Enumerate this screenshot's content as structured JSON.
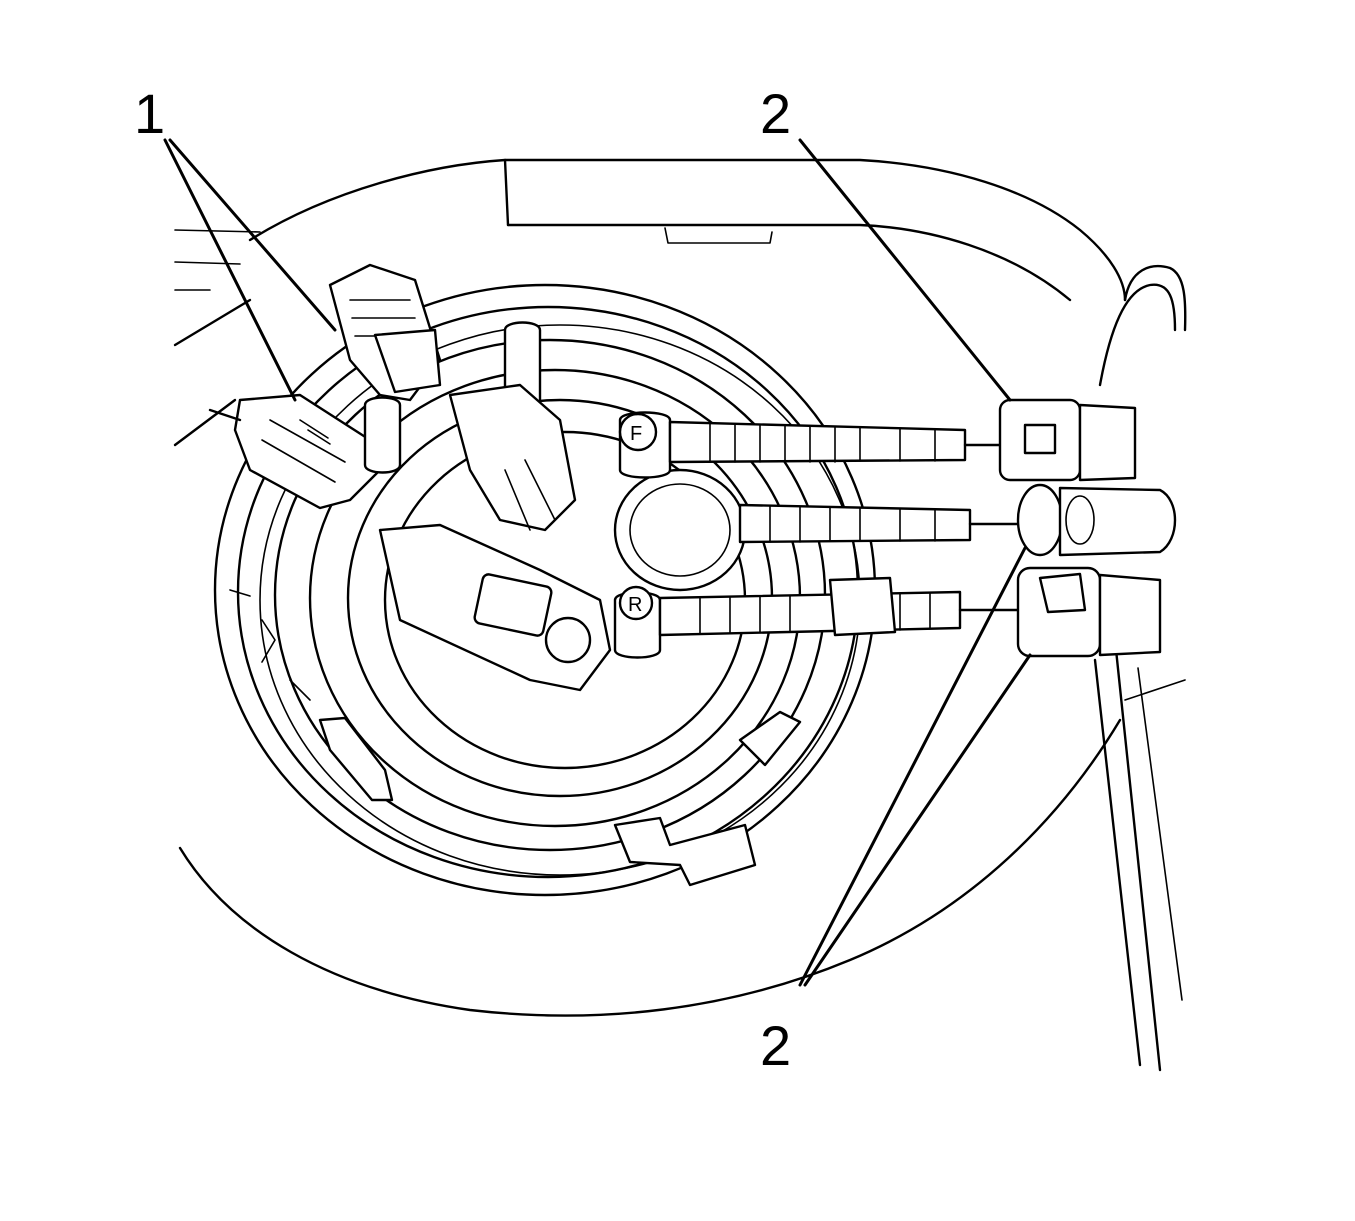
{
  "callouts": [
    {
      "id": "1",
      "label": "1"
    },
    {
      "id": "2a",
      "label": "2"
    },
    {
      "id": "2b",
      "label": "2"
    }
  ],
  "cap_marks": {
    "feed": "F",
    "return": "R"
  }
}
